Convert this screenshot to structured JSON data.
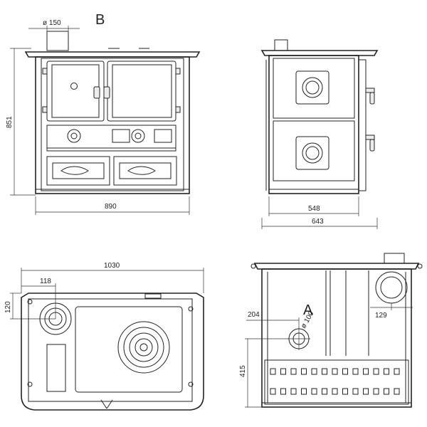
{
  "labels": {
    "view_b": "B",
    "flue_diameter": "ø 150",
    "height": "851",
    "width_front": "890",
    "depth_body": "548",
    "depth_total": "643",
    "width_top": "1030",
    "flue_offset_x": "118",
    "flue_offset_y": "120",
    "connection_a": "A",
    "connection_a_diameter": "ø 100",
    "connection_a_offset": "204",
    "rear_flue_offset": "129",
    "connection_a_height": "415"
  }
}
